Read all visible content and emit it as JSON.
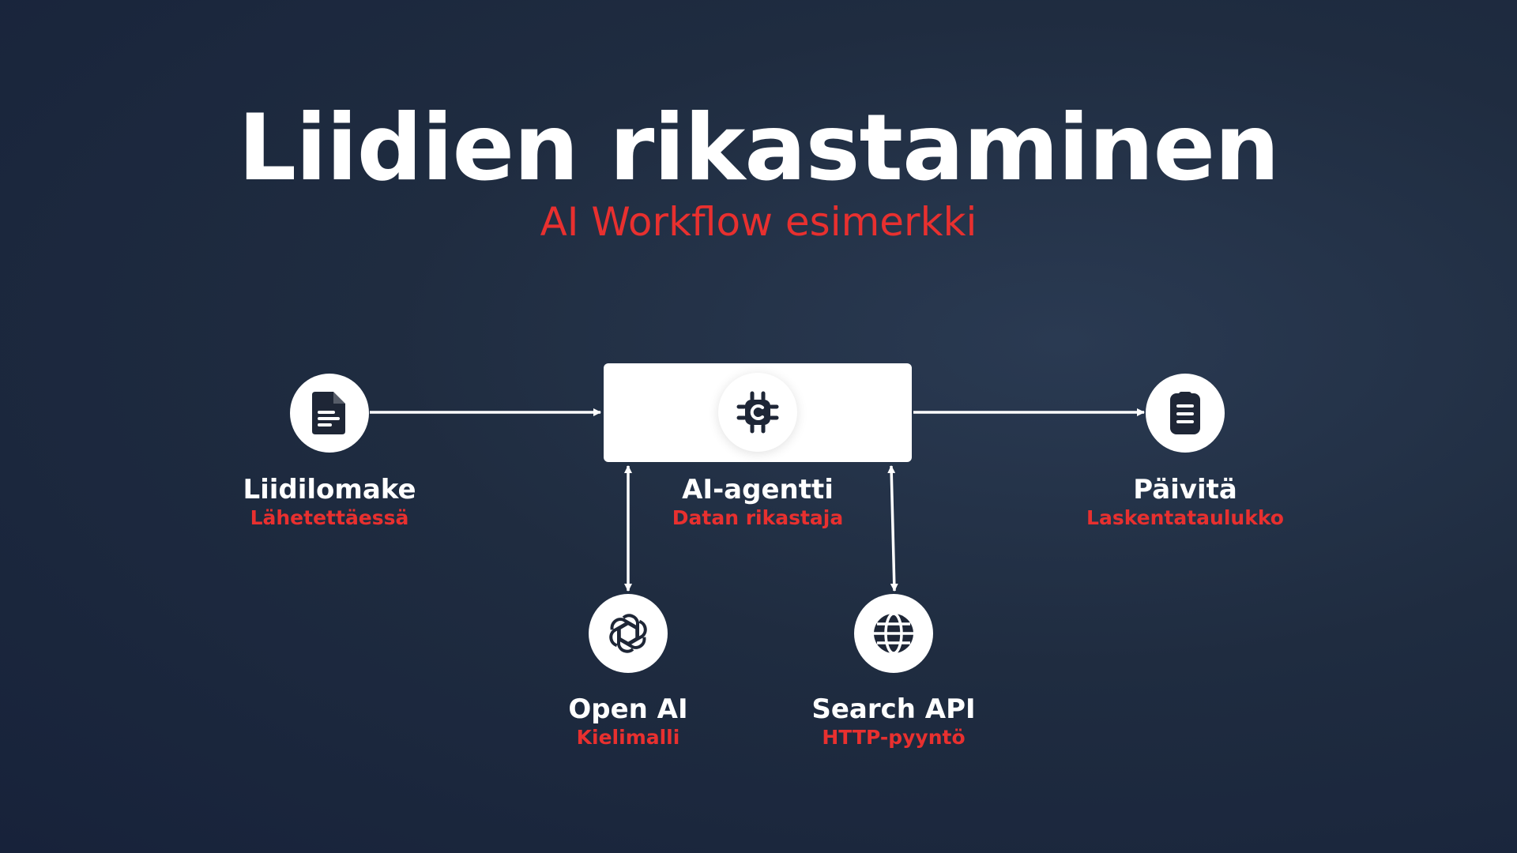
{
  "title": "Liidien rikastaminen",
  "subtitle": "AI Workflow esimerkki",
  "colors": {
    "background": "#1f2c40",
    "accent": "#e8302f",
    "node": "#ffffff",
    "icon": "#1e2636"
  },
  "nodes": {
    "form": {
      "name": "Liidilomake",
      "sub": "Lähetettäessä",
      "icon": "document-icon"
    },
    "agent": {
      "name": "AI-agentti",
      "sub": "Datan rikastaja",
      "icon": "chip-icon"
    },
    "update": {
      "name": "Päivitä",
      "sub": "Laskentataulukko",
      "icon": "clipboard-icon"
    },
    "openai": {
      "name": "Open AI",
      "sub": "Kielimalli",
      "icon": "openai-icon"
    },
    "search": {
      "name": "Search API",
      "sub": "HTTP-pyyntö",
      "icon": "globe-icon"
    }
  },
  "edges": [
    {
      "from": "form",
      "to": "agent",
      "direction": "forward"
    },
    {
      "from": "agent",
      "to": "update",
      "direction": "forward"
    },
    {
      "from": "agent",
      "to": "openai",
      "direction": "both"
    },
    {
      "from": "agent",
      "to": "search",
      "direction": "both"
    }
  ]
}
